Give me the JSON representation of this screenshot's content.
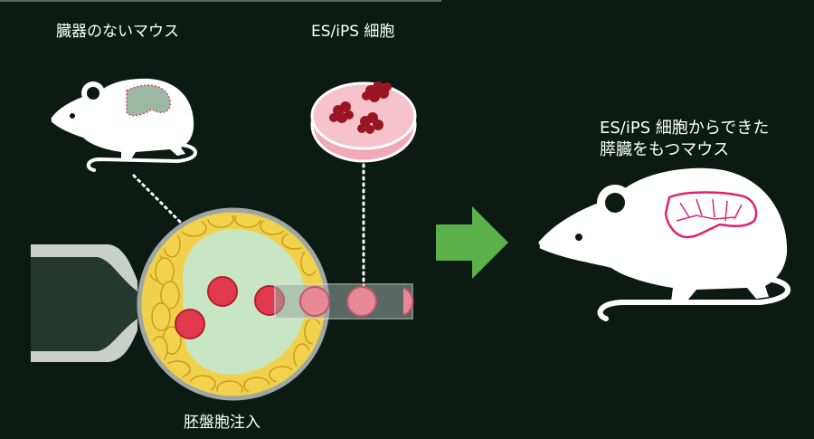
{
  "labels": {
    "mouse_without_organ": "臓器のないマウス",
    "es_ips_cells": "ES/iPS 細胞",
    "result_line1": "ES/iPS 細胞からできた",
    "result_line2": "膵臓をもつマウス",
    "blastocyst_injection": "胚盤胞注入"
  },
  "colors": {
    "background": "#0b1a13",
    "arrow": "#5bb04a",
    "blastocyst_fill": "#c9e6c4",
    "trophoblast": "#f3d34d",
    "cell_red": "#e23a4d",
    "dish_pink": "#f2a9b6",
    "colony": "#9a1522",
    "mouse": "#ffffff",
    "pancreas_outline": "#e0226e"
  },
  "icons": {
    "left_mouse": "mouse-icon",
    "dish": "petri-dish-icon",
    "right_mouse": "mouse-icon",
    "arrow": "right-arrow-icon",
    "pipette": "holding-pipette-icon",
    "needle": "injection-needle-icon"
  }
}
